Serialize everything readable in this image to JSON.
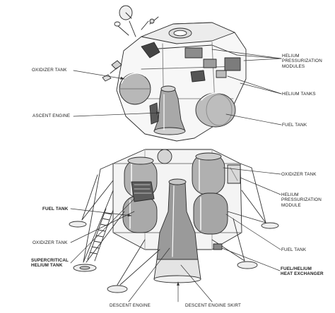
{
  "labels": {
    "oxidizer_tank_ascent": "OXIDIZER TANK",
    "helium_press_modules": "HELIUM\nPRESSURIZATION\nMODULES",
    "helium_tanks": "HELIUM TANKS",
    "ascent_engine": "ASCENT ENGINE",
    "fuel_tank_ascent": "FUEL TANK",
    "oxidizer_tank_descent_right": "OXIDIZER TANK",
    "helium_press_module": "HELIUM\nPRESSURIZATION\nMODULE",
    "fuel_tank_descent_left": "FUEL TANK",
    "oxidizer_tank_descent_left": "OXIDIZER TANK",
    "fuel_tank_descent_right": "FUEL TANK",
    "supercritical_helium_tank": "SUPERCRITICAL\nHELIUM TANK",
    "fuel_helium_heat_exchanger": "FUEL/HELIUM\nHEAT EXCHANGER",
    "descent_engine": "DESCENT ENGINE",
    "descent_engine_skirt": "DESCENT ENGINE SKIRT"
  }
}
